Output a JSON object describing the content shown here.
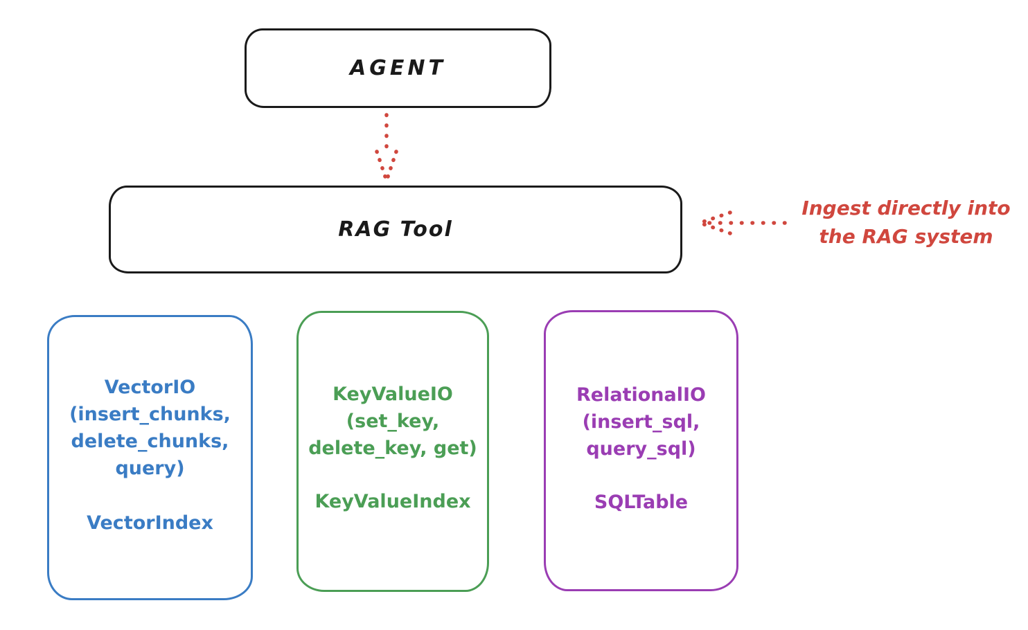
{
  "agent": {
    "label": "AGENT"
  },
  "rag_tool": {
    "label": "RAG Tool"
  },
  "annotation": {
    "line1": "Ingest directly into",
    "line2": "the RAG system"
  },
  "modules": [
    {
      "name": "VectorIO",
      "lines": [
        "VectorIO",
        "(insert_chunks,",
        "delete_chunks,",
        "query)"
      ],
      "index_label": "VectorIndex",
      "color": "#3a7cc4"
    },
    {
      "name": "KeyValueIO",
      "lines": [
        "KeyValueIO",
        "(set_key,",
        "delete_key, get)"
      ],
      "index_label": "KeyValueIndex",
      "color": "#4b9e55"
    },
    {
      "name": "RelationalIO",
      "lines": [
        "RelationalIO",
        "(insert_sql,",
        "query_sql)"
      ],
      "index_label": "SQLTable",
      "color": "#9a3db3"
    }
  ],
  "colors": {
    "node_stroke": "#1a1a1a",
    "accent_red": "#d0473e",
    "vector_blue": "#3a7cc4",
    "keyvalue_green": "#4b9e55",
    "relational_purple": "#9a3db3",
    "background": "#ffffff"
  }
}
